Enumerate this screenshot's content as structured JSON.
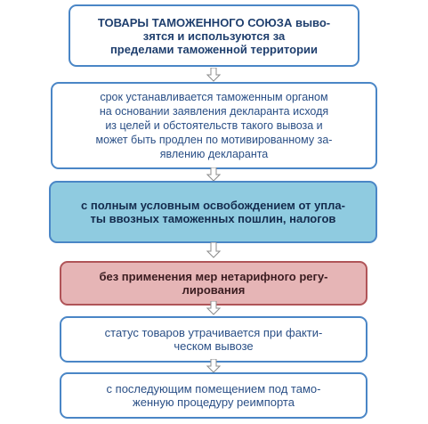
{
  "boxes": [
    {
      "lines": [
        "ТОВАРЫ ТАМОЖЕННОГО СОЮЗА выво-",
        "зятся и используются за",
        "пределами таможенной территории"
      ]
    },
    {
      "lines": [
        "срок устанавливается таможенным органом",
        "на основании заявления декларанта исходя",
        "из целей и обстоятельств такого вывоза и",
        "может быть продлен по мотивированному за-",
        "явлению декларанта"
      ]
    },
    {
      "lines": [
        "с полным условным освобождением от упла-",
        "ты ввозных таможенных пошлин, налогов"
      ]
    },
    {
      "lines": [
        "без применения мер нетарифного регу-",
        "лирования"
      ]
    },
    {
      "lines": [
        "статус товаров утрачивается при факти-",
        "ческом вывозе"
      ]
    },
    {
      "lines": [
        "с последующим помещением под тамо-",
        "женную процедуру реимпорта"
      ]
    }
  ],
  "colors": {
    "border": "#4a86c6",
    "highlight_blue": "#8fcbe0",
    "highlight_red": "#e6b5b6",
    "red_border": "#b05458"
  }
}
